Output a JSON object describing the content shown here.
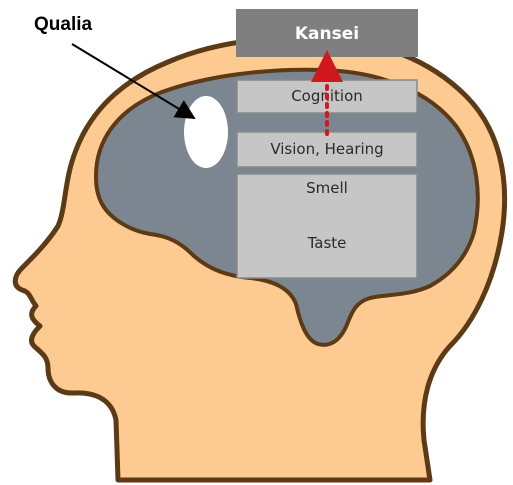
{
  "labels": {
    "kansei": "Kansei",
    "qualia": "Qualia",
    "cognition": "Cognition",
    "vision_hearing": "Vision, Hearing",
    "smell": "Smell",
    "taste": "Taste"
  },
  "colors": {
    "skin": "#fdcb92",
    "outline": "#5c3a16",
    "brain": "#7b8690",
    "box_fill": "#c6c6c6",
    "box_stroke": "#8a8a8a",
    "kansei_fill": "#7f7f7f",
    "arrow": "#d0191d",
    "qualia_spot": "#ffffff"
  }
}
